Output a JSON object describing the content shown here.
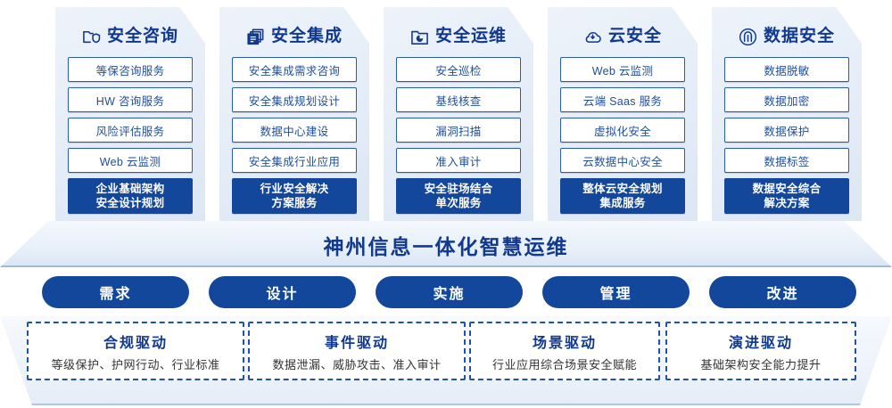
{
  "colors": {
    "primary_blue": "#12479b",
    "title_blue": "#11398f",
    "item_text_blue": "#1f4e9c",
    "card_bg": "#e6eef8",
    "dashed_border": "#1f52a8"
  },
  "columns": [
    {
      "icon": "folder-shield-icon",
      "title": "安全咨询",
      "items": [
        "等保咨询服务",
        "HW 咨询服务",
        "风险评估服务",
        "Web 云监测"
      ],
      "highlight": [
        "企业基础架构",
        "安全设计规划"
      ]
    },
    {
      "icon": "stacked-documents-icon",
      "title": "安全集成",
      "items": [
        "安全集成需求咨询",
        "安全集成规划设计",
        "数据中心建设",
        "安全集成行业应用"
      ],
      "highlight": [
        "行业安全解决",
        "方案服务"
      ]
    },
    {
      "icon": "folder-chart-icon",
      "title": "安全运维",
      "items": [
        "安全巡检",
        "基线核查",
        "漏洞扫描",
        "准入审计"
      ],
      "highlight": [
        "安全驻场结合",
        "单次服务"
      ]
    },
    {
      "icon": "cloud-icon",
      "title": "云安全",
      "items": [
        "Web 云监测",
        "云端 Saas 服务",
        "虚拟化安全",
        "云数据中心安全"
      ],
      "highlight": [
        "整体云安全规划",
        "集成服务"
      ]
    },
    {
      "icon": "fingerprint-icon",
      "title": "数据安全",
      "items": [
        "数据脱敏",
        "数据加密",
        "数据保护",
        "数据标签"
      ],
      "highlight": [
        "数据安全综合",
        "解决方案"
      ]
    }
  ],
  "banner": {
    "text": "神州信息一体化智慧运维"
  },
  "pills": [
    "需求",
    "设计",
    "实施",
    "管理",
    "改进"
  ],
  "drivers": [
    {
      "title": "合规驱动",
      "subtitle": "等级保护、护网行动、行业标准"
    },
    {
      "title": "事件驱动",
      "subtitle": "数据泄漏、威胁攻击、准入审计"
    },
    {
      "title": "场景驱动",
      "subtitle": "行业应用综合场景安全赋能"
    },
    {
      "title": "演进驱动",
      "subtitle": "基础架构安全能力提升"
    }
  ]
}
